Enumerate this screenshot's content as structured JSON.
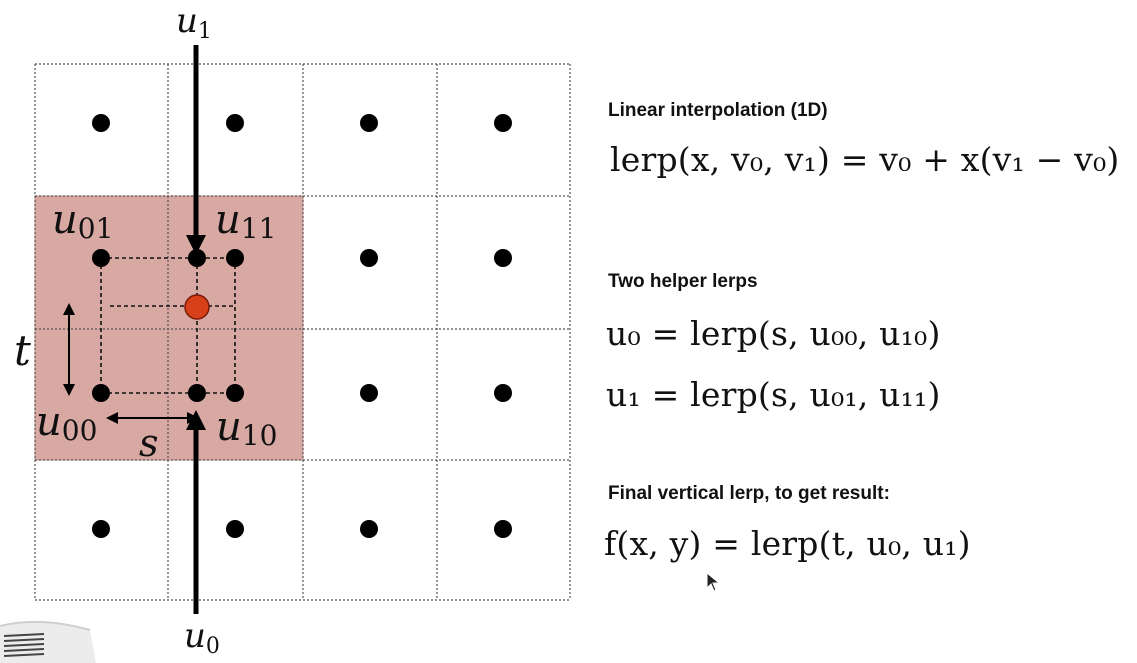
{
  "diagram": {
    "label_u1_top": "u",
    "label_u1_top_sub": "1",
    "label_u0_bottom": "u",
    "label_u0_bottom_sub": "0",
    "label_u01": "u",
    "label_u01_sub": "01",
    "label_u11": "u",
    "label_u11_sub": "11",
    "label_u00": "u",
    "label_u00_sub": "00",
    "label_u10": "u",
    "label_u10_sub": "10",
    "label_t": "t",
    "label_s": "s",
    "colors": {
      "highlight_cell": "#d8a8a3",
      "sample_point": "#d8401a",
      "dot": "#000000",
      "grid_line": "#555555"
    }
  },
  "sections": {
    "linear": {
      "heading": "Linear interpolation (1D)",
      "formula": "lerp(x, v₀, v₁) = v₀ + x(v₁ − v₀)"
    },
    "helpers": {
      "heading": "Two helper lerps",
      "formula_u0": "u₀ = lerp(s, u₀₀, u₁₀)",
      "formula_u1": "u₁ = lerp(s, u₀₁, u₁₁)"
    },
    "final": {
      "heading": "Final vertical lerp, to get result:",
      "formula": "f(x, y) = lerp(t, u₀, u₁)"
    }
  },
  "icons": {
    "pointer": "cursor-arrow-icon"
  }
}
